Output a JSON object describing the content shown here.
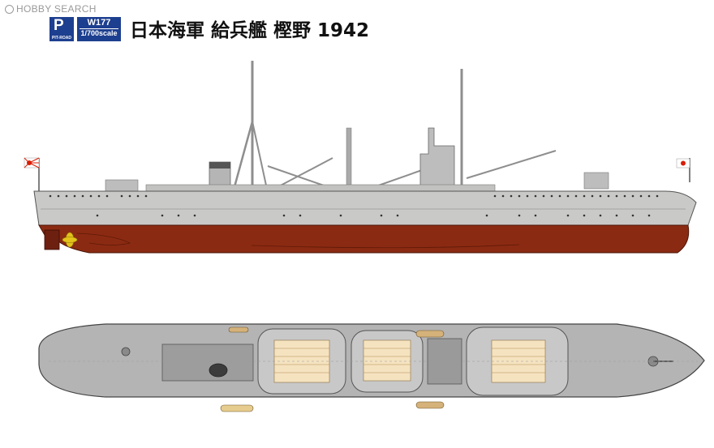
{
  "watermark": {
    "text": "HOBBY SEARCH"
  },
  "brand": {
    "text": "PIT-ROAD"
  },
  "product": {
    "code": "W177",
    "scale": "1/700scale"
  },
  "title": "日本海軍 給兵艦 樫野 1942",
  "colors": {
    "hull_upper": "#c9c9c7",
    "hull_red": "#8b2a12",
    "deck": "#b4b4b4",
    "brand_blue": "#1d3f8f",
    "propeller": "#e3c21a"
  }
}
